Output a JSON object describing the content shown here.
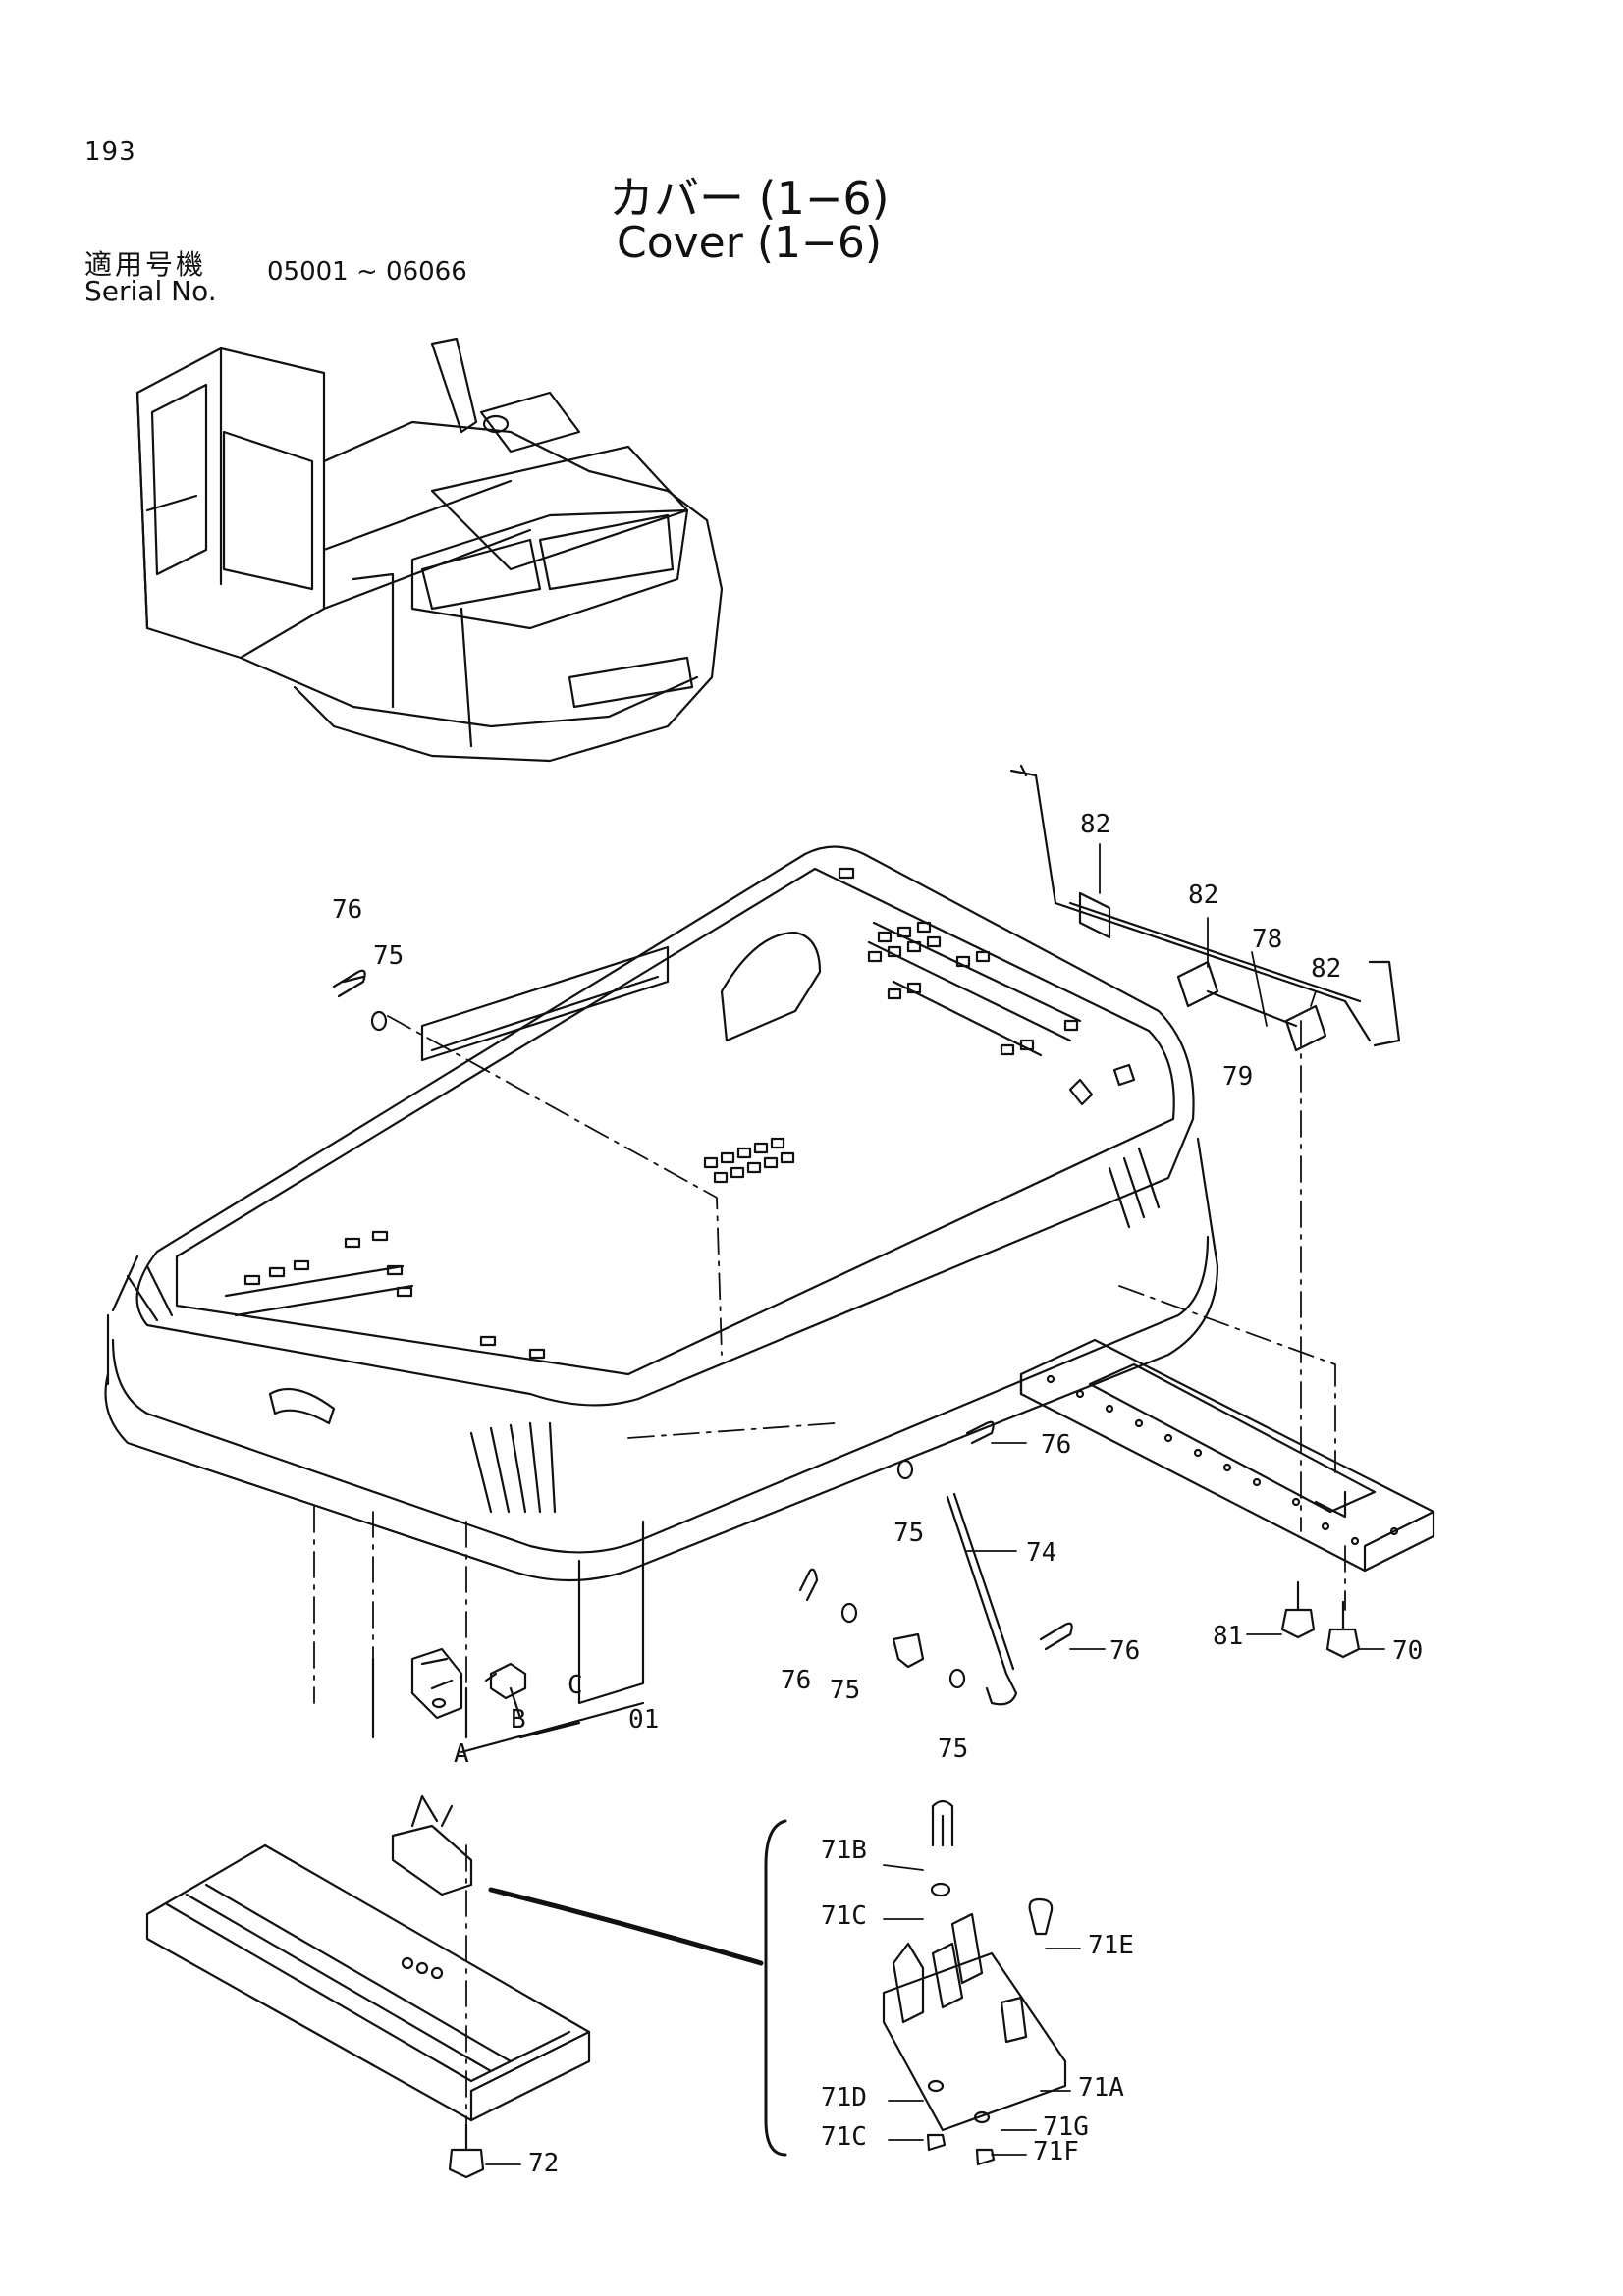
{
  "page_number": "193",
  "title": {
    "japanese": "カバー (1−6)",
    "english": "Cover (1−6)"
  },
  "serial": {
    "label_japanese": "適用号機",
    "label_english": "Serial No.",
    "range": "05001 ~ 06066"
  },
  "callouts": {
    "c01": "01",
    "cA": "A",
    "cB": "B",
    "cC": "C",
    "c70": "70",
    "c71A": "71A",
    "c71B": "71B",
    "c71C_top": "71C",
    "c71C_bottom": "71C",
    "c71D": "71D",
    "c71E": "71E",
    "c71F": "71F",
    "c71G": "71G",
    "c72": "72",
    "c74": "74",
    "c75_top": "75",
    "c75_mid": "75",
    "c75_low_left": "75",
    "c75_low_right": "75",
    "c76_top": "76",
    "c76_mid": "76",
    "c76_low_left": "76",
    "c76_low_right": "76",
    "c78": "78",
    "c79": "79",
    "c81": "81",
    "c82_a": "82",
    "c82_b": "82",
    "c82_c": "82"
  }
}
